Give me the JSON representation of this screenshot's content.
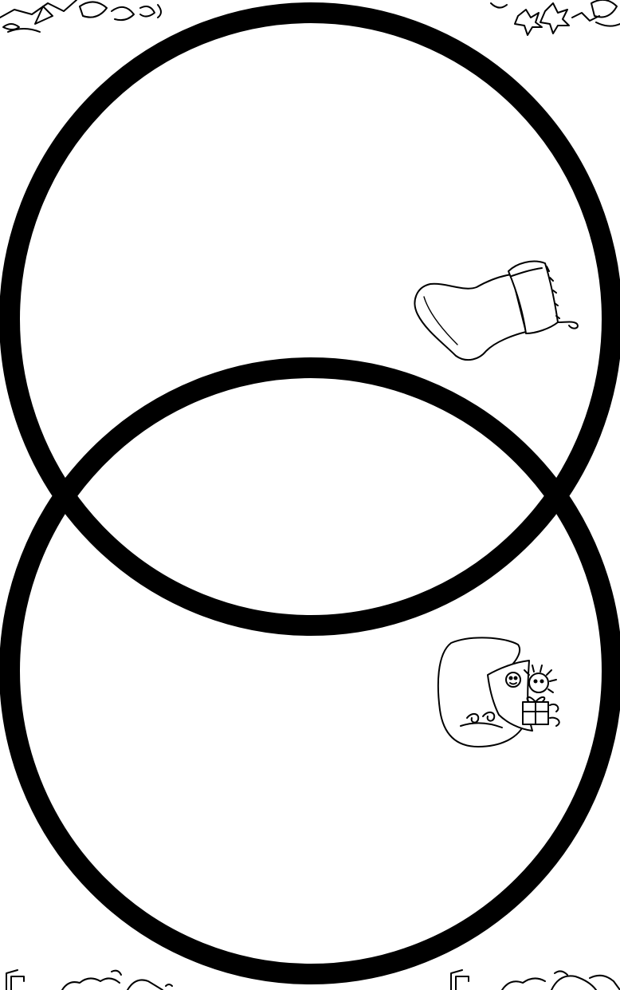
{
  "diagram": {
    "type": "venn-two-circles",
    "circle_count": 2,
    "overlap_regions": 1
  },
  "colors": {
    "background": "#ffffff",
    "circle_stroke": "#000000",
    "clipart_stroke": "#000000",
    "clipart_fill": "#ffffff"
  },
  "clipart": {
    "top_circle": "stocking-icon",
    "bottom_circle": "santa-sack-icon",
    "corners": [
      "corner-ornament-top-left-icon",
      "corner-ornament-top-right-icon",
      "corner-ornament-bottom-left-icon",
      "corner-ornament-bottom-right-icon"
    ]
  }
}
